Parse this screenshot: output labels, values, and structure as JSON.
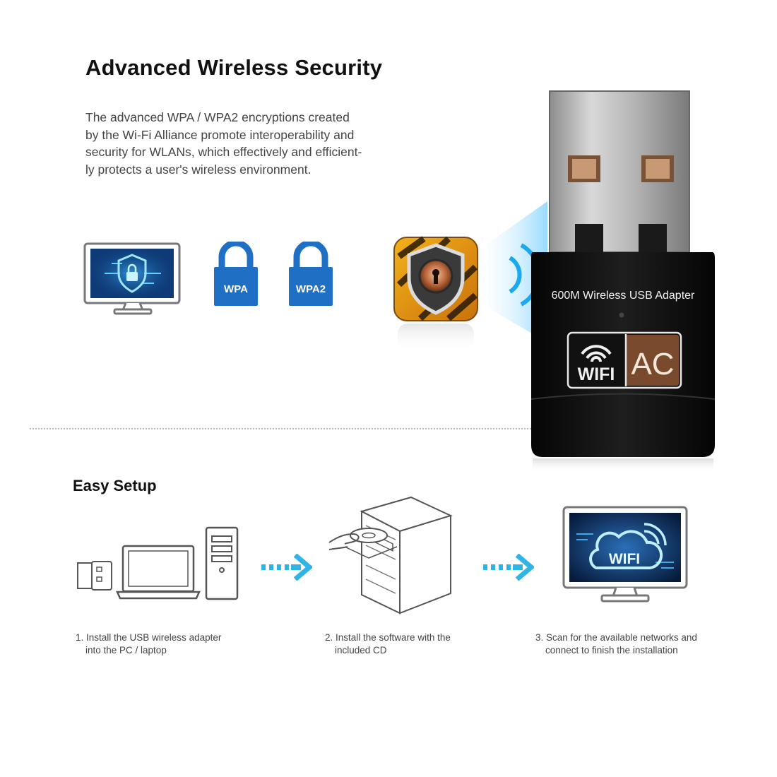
{
  "security": {
    "title": "Advanced Wireless Security",
    "description_lines": [
      "The advanced WPA / WPA2 encryptions created",
      "by the Wi-Fi Alliance promote interoperability and",
      "security for WLANs, which effectively and efficient-",
      "ly protects a user's wireless environment."
    ],
    "badges": [
      "WPA",
      "WPA2"
    ]
  },
  "adapter": {
    "label": "600M Wireless USB Adapter",
    "wifi_text": "WIFI",
    "ac_text": "AC"
  },
  "setup": {
    "title": "Easy Setup",
    "steps": [
      {
        "line1": "1. Install the USB wireless adapter",
        "line2": "into the PC / laptop"
      },
      {
        "line1": "2. Install the software with the",
        "line2": "included CD"
      },
      {
        "line1": "3. Scan for the available networks and",
        "line2": "connect to finish the installation"
      }
    ],
    "screen_wifi_text": "WIFI"
  },
  "colors": {
    "accent_blue": "#1f6fc4",
    "arrow_cyan": "#2fb4e6",
    "adapter_black": "#111111",
    "ac_brown": "#7a4a2c",
    "screen_dark": "#0b2a55"
  }
}
